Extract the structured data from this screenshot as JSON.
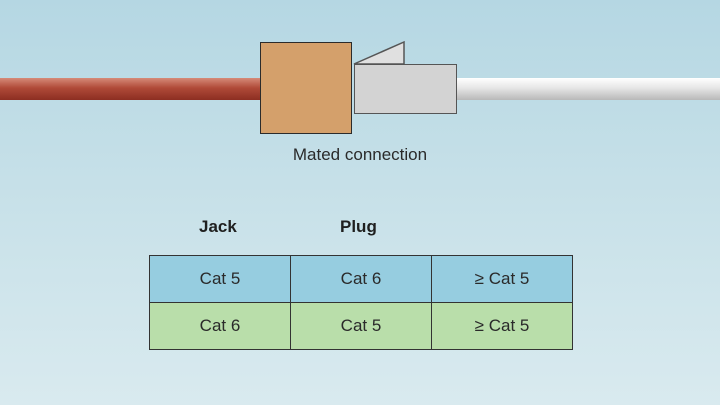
{
  "diagram": {
    "caption": "Mated connection",
    "components": [
      "cable-left",
      "jack",
      "plug",
      "cable-right"
    ],
    "colors": {
      "left_cable": "#a8402f",
      "jack": "#d4a06b",
      "plug": "#d3d3d3",
      "right_cable": "#e6e6e6"
    }
  },
  "table": {
    "headers": [
      "Jack",
      "Plug"
    ],
    "rows": [
      [
        "Cat 5",
        "Cat 6",
        "≥ Cat 5"
      ],
      [
        "Cat 6",
        "Cat 5",
        "≥ Cat 5"
      ]
    ],
    "row_colors": [
      "#96cde0",
      "#b9deaa"
    ]
  }
}
